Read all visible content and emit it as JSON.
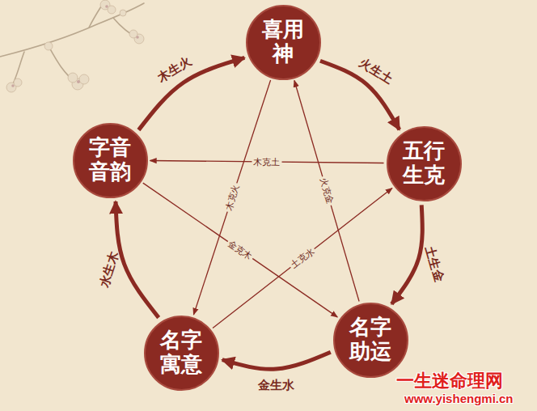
{
  "diagram": {
    "nodes": [
      {
        "text": [
          "喜用神"
        ]
      },
      {
        "text": [
          "字音 音韵"
        ]
      },
      {
        "text": [
          "五行 生克"
        ]
      },
      {
        "text": [
          "名字 寓意"
        ]
      },
      {
        "text": [
          "名字 助运"
        ]
      }
    ],
    "edges": [
      {
        "from": 1,
        "to": 0,
        "label": "木生火",
        "arrow": "to"
      },
      {
        "from": 0,
        "to": 2,
        "label": "火生土",
        "arrow": "to"
      },
      {
        "from": 2,
        "to": 4,
        "label": "土生金",
        "arrow": "to"
      },
      {
        "from": 4,
        "to": 3,
        "label": "金生水",
        "arrow": "to"
      },
      {
        "from": 3,
        "to": 1,
        "label": "水生木",
        "arrow": "to"
      },
      {
        "from": 2,
        "to": 1,
        "label": "木克土",
        "arrow": "to"
      },
      {
        "from": 0,
        "to": 3,
        "label": "木克火",
        "arrow": "to"
      },
      {
        "from": 4,
        "to": 0,
        "label": "火克金",
        "arrow": "to"
      },
      {
        "from": 1,
        "to": 4,
        "label": "金克木",
        "arrow": "to"
      },
      {
        "from": 3,
        "to": 2,
        "label": "土克水",
        "arrow": "to"
      }
    ],
    "labels": [
      "一生迷命理网",
      "www.yishengmi.cn"
    ]
  }
}
